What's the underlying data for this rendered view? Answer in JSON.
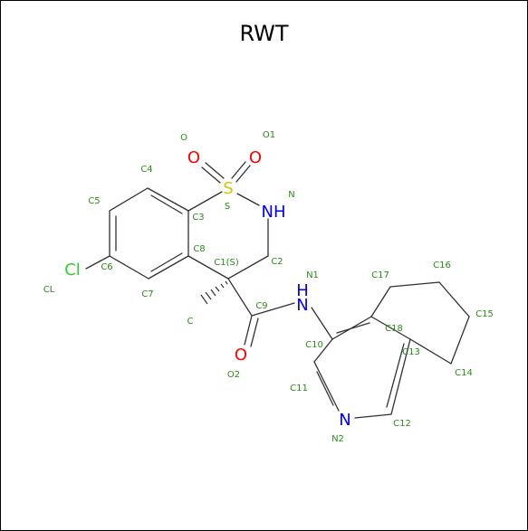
{
  "title": "RWT",
  "colors": {
    "bond": "#303030",
    "oxygen": "#ff0000",
    "sulfur": "#d6c400",
    "nitrogen": "#0000ff",
    "chlorine": "#33cc33",
    "atom_label": "#2a8a1a"
  },
  "elements": {
    "O_a": "O",
    "O_b": "O",
    "S": "S",
    "NH_ring": "NH",
    "Cl": "Cl",
    "O_amide": "O",
    "NH_amide_N": "N",
    "NH_amide_H": "H",
    "N_pyridine": "N"
  },
  "atom_labels": {
    "O": "O",
    "O1": "O1",
    "S": "S",
    "N": "N",
    "C4": "C4",
    "C5": "C5",
    "C3": "C3",
    "C6": "C6",
    "C8": "C8",
    "C7": "C7",
    "CL": "CL",
    "C1S": "C1(S)",
    "C2": "C2",
    "C": "C",
    "C9": "C9",
    "O2": "O2",
    "N1": "N1",
    "C17": "C17",
    "C16": "C16",
    "C15": "C15",
    "C18": "C18",
    "C13": "C13",
    "C10": "C10",
    "C14": "C14",
    "C11": "C11",
    "N2": "N2",
    "C12": "C12"
  }
}
